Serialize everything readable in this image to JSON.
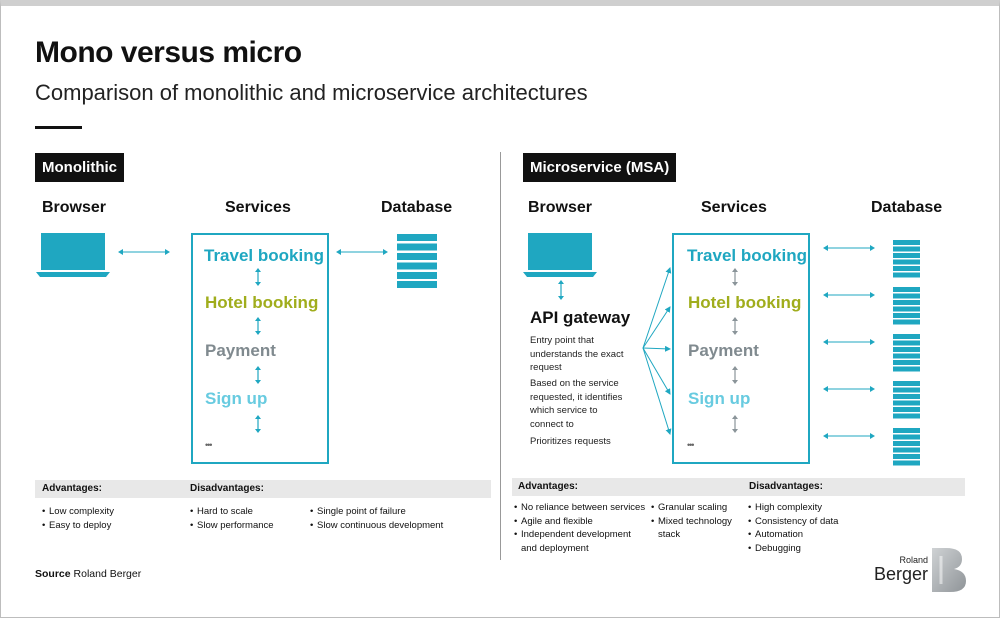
{
  "title": "Mono versus micro",
  "subtitle": "Comparison of monolithic and microservice architectures",
  "monolithic": {
    "tag": "Monolithic",
    "browser_label": "Browser",
    "services_label": "Services",
    "database_label": "Database",
    "services": [
      "Travel booking",
      "Hotel booking",
      "Payment",
      "Sign up"
    ],
    "ellipsis": "•••",
    "advantages_label": "Advantages:",
    "disadvantages_label": "Disadvantages:",
    "advantages": [
      "Low complexity",
      "Easy to deploy"
    ],
    "disadvantages_col1": [
      "Hard to scale",
      "Slow performance"
    ],
    "disadvantages_col2": [
      "Single point of failure",
      "Slow continuous development"
    ]
  },
  "microservice": {
    "tag": "Microservice (MSA)",
    "browser_label": "Browser",
    "services_label": "Services",
    "database_label": "Database",
    "api_gateway_title": "API gateway",
    "api_gateway_desc": [
      "Entry point that understands the exact request",
      "Based on the service requested, it identifies which service to connect to",
      "Prioritizes requests"
    ],
    "services": [
      "Travel booking",
      "Hotel booking",
      "Payment",
      "Sign up"
    ],
    "ellipsis": "•••",
    "advantages_label": "Advantages:",
    "disadvantages_label": "Disadvantages:",
    "advantages_col1": [
      "No reliance between services",
      "Agile and flexible",
      "Independent development and deployment"
    ],
    "advantages_col2": [
      "Granular scaling",
      "Mixed technology stack"
    ],
    "disadvantages": [
      "High complexity",
      "Consistency of data",
      "Automation",
      "Debugging"
    ]
  },
  "source": {
    "label": "Source",
    "text": "Roland Berger"
  },
  "logo": {
    "line1": "Roland",
    "line2": "Berger"
  },
  "colors": {
    "accent": "#1fa7c1",
    "travel": "#1fa7c1",
    "hotel": "#a0ad1c",
    "payment": "#808a8f",
    "signup": "#68cbe0",
    "bar": "#e8e8e8"
  }
}
